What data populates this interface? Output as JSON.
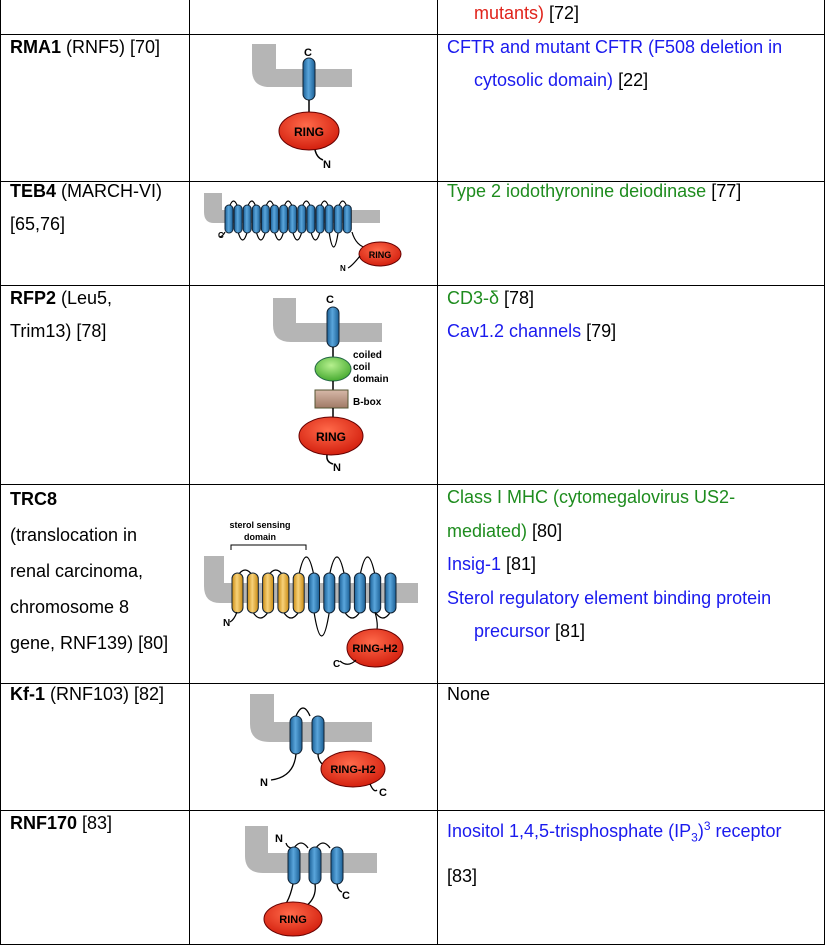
{
  "top_row": {
    "tail_text": "mutants)",
    "tail_ref": " [72]"
  },
  "rows": [
    {
      "name": "RMA1",
      "alias": " (RNF5) [70]",
      "substrates": [
        {
          "text": "CFTR and mutant CFTR (F508 deletion in",
          "color": "blue"
        },
        {
          "text": "cytosolic domain)",
          "color": "blue",
          "ref": " [22]",
          "indent": true
        }
      ]
    },
    {
      "name": "TEB4",
      "alias": " (MARCH-VI)",
      "alias2": "[65,76]",
      "substrates": [
        {
          "text": "Type 2 iodothyronine deiodinase",
          "color": "green",
          "ref": " [77]"
        }
      ]
    },
    {
      "name": "RFP2",
      "alias": " (Leu5,",
      "alias2": "Trim13) [78]",
      "substrates": [
        {
          "text": "CD3-δ",
          "color": "green",
          "ref": " [78]"
        },
        {
          "text": "Cav1.2 channels",
          "color": "blue",
          "ref": " [79]"
        }
      ]
    },
    {
      "name": "TRC8",
      "alias_lines": [
        "(translocation in",
        "renal carcinoma,",
        "chromosome 8",
        "gene, RNF139) [80]"
      ],
      "substrates": [
        {
          "text": "Class I MHC (cytomegalovirus US2-",
          "color": "green"
        },
        {
          "text": "mediated)",
          "color": "green",
          "ref": " [80]"
        },
        {
          "text": "Insig-1",
          "color": "blue",
          "ref": " [81]"
        },
        {
          "text": "Sterol regulatory element binding protein",
          "color": "blue"
        },
        {
          "text": "precursor",
          "color": "blue",
          "ref": " [81]",
          "indent": true
        }
      ]
    },
    {
      "name": "Kf-1",
      "alias": " (RNF103) [82]",
      "substrates": [
        {
          "text": "None",
          "color": "black"
        }
      ]
    },
    {
      "name": "RNF170",
      "alias": " [83]",
      "substrates": [
        {
          "text": "Inositol 1,4,5-trisphosphate (IP",
          "sub": "3",
          "text2": ")",
          "sup": "3",
          "text3": " receptor",
          "color": "blue"
        },
        {
          "text": "[83]",
          "color": "black"
        }
      ]
    }
  ],
  "diagram_labels": {
    "c": "C",
    "n": "N",
    "ring": "RING",
    "ring_h2": "RING-H2",
    "coiled_coil": [
      "coiled",
      "coil",
      "domain"
    ],
    "bbox": "B-box",
    "sterol": [
      "sterol sensing",
      "domain"
    ]
  },
  "colors": {
    "blue_text": "#1a1aee",
    "green_text": "#1e8c1e",
    "red_text": "#e0231b",
    "ring_red": "#e02010",
    "tm_blue": "#2a7fbf",
    "tm_yellow": "#e9b030",
    "coil_green": "#5cc040",
    "bbox_tan": "#b89380",
    "membrane_gray": "#b5b5b5"
  }
}
